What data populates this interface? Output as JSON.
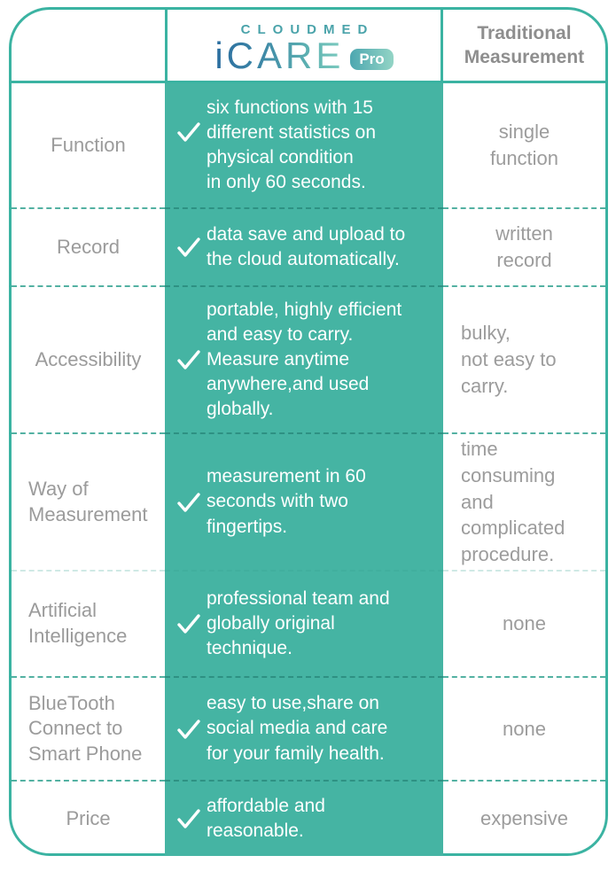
{
  "palette": {
    "teal_fill": "#45b4a3",
    "teal_border": "#3bb3a2",
    "dash_on_white": "#53b1a2",
    "dash_on_teal": "#2e9183",
    "brand_blue": "#2b6da0",
    "brand_teal": "#7fccc0",
    "gray_text": "#9b9b9b",
    "white_text": "#ffffff"
  },
  "header": {
    "brand": {
      "top": "CLOUDMED",
      "name": "iCARE",
      "badge": "Pro"
    },
    "right": "Traditional\nMeasurement"
  },
  "icons": {
    "check": "check-icon"
  },
  "rows": [
    {
      "label": "Function",
      "icare": "six functions with 15\ndifferent statistics on\nphysical condition\nin only 60 seconds.",
      "traditional": "single\nfunction"
    },
    {
      "label": "Record",
      "icare": "data save and upload to\nthe cloud automatically.",
      "traditional": "written\nrecord"
    },
    {
      "label": "Accessibility",
      "icare": "portable, highly efficient\nand easy to carry.\nMeasure anytime\nanywhere,and used\nglobally.",
      "traditional": "bulky,\nnot easy to\ncarry."
    },
    {
      "label": "Way of\nMeasurement",
      "icare": "measurement in 60\nseconds with two\nfingertips.",
      "traditional": "time\nconsuming\nand\ncomplicated\nprocedure."
    },
    {
      "label": "Artificial\nIntelligence",
      "icare": "professional team and\nglobally original\ntechnique.",
      "traditional": "none"
    },
    {
      "label": "BlueTooth\nConnect to\nSmart Phone",
      "icare": "easy to use,share on\nsocial media and care\nfor your family health.",
      "traditional": "none"
    },
    {
      "label": "Price",
      "icare": "affordable and\nreasonable.",
      "traditional": "expensive"
    }
  ]
}
